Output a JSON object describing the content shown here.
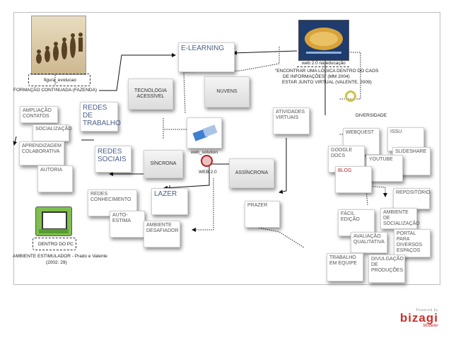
{
  "images": {
    "evolution_caption": "figura_evolucao",
    "evolution_title": "FORMAÇÃO CONTINUADA (FAZENDA)",
    "web20_caption": "web 2.0 na educação",
    "web20_note_1": "\"ENCONTRAR UMA LÓGICA DENTRO DO CAOS",
    "web20_note_2": "DE INFORMAÇÕES\" (MM 2004)",
    "web20_note_3": "ESTAR JUNTO VIRTUAL (VALENTE, 2009)",
    "pc_caption": "DENTRO DO PC",
    "pc_note_1": "AMBIENTE ESTIMULADOR - Prado e Valente",
    "pc_note_2": "(2002: 29)",
    "web_solution_caption": "web_solution",
    "web20_center_label": "WEB 2.0"
  },
  "nodes": {
    "e_learning": "E-LEARNING",
    "tecnologia": "TECNOLOGIA ACESSÍVEL",
    "nuvens": "NUVENS",
    "ampliacao": "AMPLIAÇÃO CONTATOS",
    "socializacao": "SOCIALIZAÇÃO",
    "redes_trabalho": "REDES DE TRABALHO",
    "aprendizagem": "APRENDIZAGEM COLABORATIVA",
    "redes_sociais": "REDES SOCIAIS",
    "autoria": "AUTORIA",
    "sincrona": "SÍNCRONA",
    "assincrona": "ASSÍNCRONA",
    "atividades": "ATIVIDADES VIRTUAIS",
    "diversidade": "DIVERSIDADE",
    "webquest": "WEBQUEST",
    "issu": "ISSU",
    "google_docs": "GOOGLE DOCS",
    "slideshare": "SLIDESHARE",
    "youtube": "YOUTUBE",
    "blog": "BLOG",
    "lazer": "LAZER",
    "redes_conhecimento": "REDES CONHECIMENTO",
    "auto_estima": "AUTO-ESTIMA",
    "ambiente_desafiador": "AMBIENTE DESAFIADOR",
    "prazer": "PRAZER",
    "repositorio": "REPOSITÓRIO",
    "facil_edicao": "FÁCIL EDIÇÃO",
    "ambiente_socializacao": "AMBIENTE DE SOCIALIZAÇÃO",
    "avaliacao": "AVALIAÇÃO QUALITATIVA",
    "portal": "PORTAL PARA DIVERSOS ESPAÇOS",
    "trabalho_equipe": "TRABALHO EM EQUIPE",
    "divulgacao": "DIVULGAÇÃO DE PRODUÇÕES"
  },
  "brand": {
    "powered": "Powered by",
    "name": "bizagi",
    "product": "Modeler"
  },
  "colors": {
    "link_title": "#4a5f8a",
    "blog": "#b52a2a",
    "brand": "#c9302c"
  }
}
